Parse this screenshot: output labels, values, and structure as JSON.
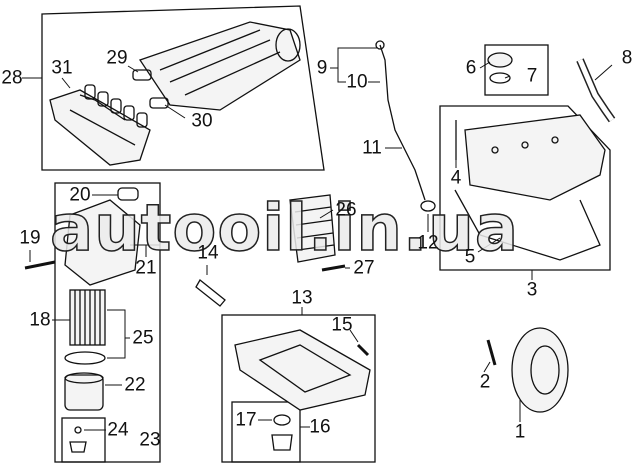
{
  "diagram": {
    "watermark": "autooil.in.ua",
    "callouts": [
      {
        "id": "28",
        "text": "28"
      },
      {
        "id": "31",
        "text": "31"
      },
      {
        "id": "29",
        "text": "29"
      },
      {
        "id": "30",
        "text": "30"
      },
      {
        "id": "9",
        "text": "9"
      },
      {
        "id": "10",
        "text": "10"
      },
      {
        "id": "6",
        "text": "6"
      },
      {
        "id": "7",
        "text": "7"
      },
      {
        "id": "8",
        "text": "8"
      },
      {
        "id": "11",
        "text": "11"
      },
      {
        "id": "4",
        "text": "4"
      },
      {
        "id": "26",
        "text": "26"
      },
      {
        "id": "12",
        "text": "12"
      },
      {
        "id": "5",
        "text": "5"
      },
      {
        "id": "3",
        "text": "3"
      },
      {
        "id": "20",
        "text": "20"
      },
      {
        "id": "19",
        "text": "19"
      },
      {
        "id": "14",
        "text": "14"
      },
      {
        "id": "27",
        "text": "27"
      },
      {
        "id": "21",
        "text": "21"
      },
      {
        "id": "18",
        "text": "18"
      },
      {
        "id": "25",
        "text": "25"
      },
      {
        "id": "13",
        "text": "13"
      },
      {
        "id": "15",
        "text": "15"
      },
      {
        "id": "22",
        "text": "22"
      },
      {
        "id": "2",
        "text": "2"
      },
      {
        "id": "24",
        "text": "24"
      },
      {
        "id": "23",
        "text": "23"
      },
      {
        "id": "17",
        "text": "17"
      },
      {
        "id": "16",
        "text": "16"
      },
      {
        "id": "1",
        "text": "1"
      }
    ]
  }
}
